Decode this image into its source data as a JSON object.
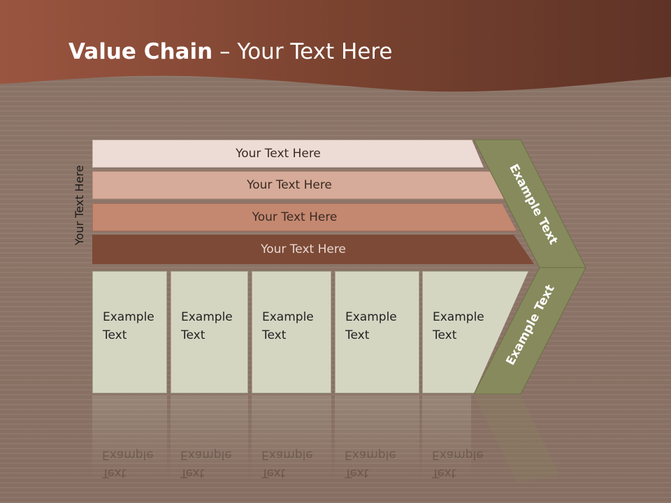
{
  "slide": {
    "title_bold": "Value Chain",
    "title_rest": " – Your Text Here",
    "side_label": "Your Text Here"
  },
  "bands": [
    {
      "label": "Your Text Here"
    },
    {
      "label": "Your Text Here"
    },
    {
      "label": "Your Text Here"
    },
    {
      "label": "Your Text Here"
    }
  ],
  "columns": [
    {
      "line1": "Example",
      "line2": "Text"
    },
    {
      "line1": "Example",
      "line2": "Text"
    },
    {
      "line1": "Example",
      "line2": "Text"
    },
    {
      "line1": "Example",
      "line2": "Text"
    },
    {
      "line1": "Example",
      "line2": "Text"
    }
  ],
  "chevron": {
    "upper_label": "Example Text",
    "lower_label": "Example Text"
  },
  "colors": {
    "header": "#7a4330",
    "chevron": "#878a5c",
    "column_fill": "#d5d6c2",
    "band_dark": "#7c4a36"
  }
}
